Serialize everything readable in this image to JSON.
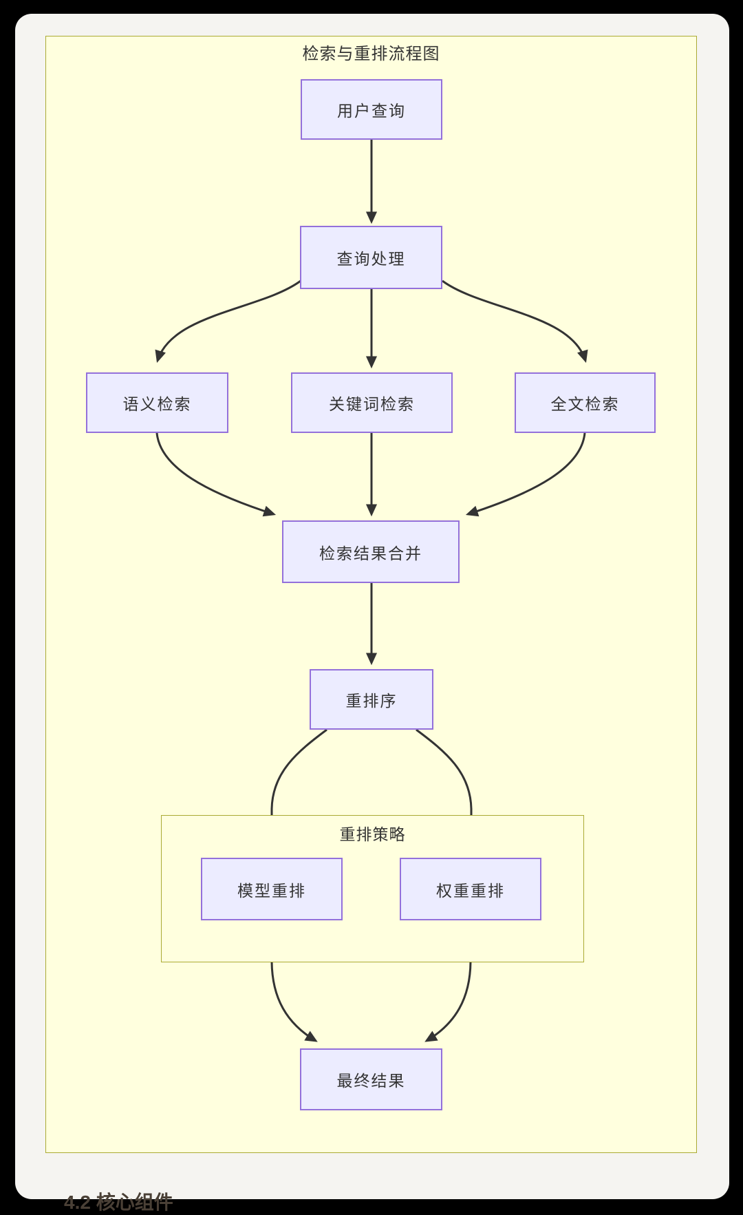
{
  "page": {
    "title": "检索与重排流程图",
    "bottom_heading": "4.2 核心组件"
  },
  "nodes": {
    "user_query": {
      "label": "用户查询"
    },
    "query_processing": {
      "label": "查询处理"
    },
    "semantic_search": {
      "label": "语义检索"
    },
    "keyword_search": {
      "label": "关键词检索"
    },
    "fulltext_search": {
      "label": "全文检索"
    },
    "merge_results": {
      "label": "检索结果合并"
    },
    "rerank": {
      "label": "重排序"
    },
    "model_rerank": {
      "label": "模型重排"
    },
    "weight_rerank": {
      "label": "权重重排"
    },
    "final_result": {
      "label": "最终结果"
    }
  },
  "subgraph": {
    "label": "重排策略"
  },
  "edges": [
    {
      "from": "用户查询",
      "to": "查询处理"
    },
    {
      "from": "查询处理",
      "to": "语义检索"
    },
    {
      "from": "查询处理",
      "to": "关键词检索"
    },
    {
      "from": "查询处理",
      "to": "全文检索"
    },
    {
      "from": "语义检索",
      "to": "检索结果合并"
    },
    {
      "from": "关键词检索",
      "to": "检索结果合并"
    },
    {
      "from": "全文检索",
      "to": "检索结果合并"
    },
    {
      "from": "检索结果合并",
      "to": "重排序"
    },
    {
      "from": "重排序",
      "to": "模型重排"
    },
    {
      "from": "重排序",
      "to": "权重重排"
    },
    {
      "from": "模型重排",
      "to": "最终结果"
    },
    {
      "from": "权重重排",
      "to": "最终结果"
    }
  ],
  "colors": {
    "page_bg": "#000000",
    "card_bg": "#f5f4f1",
    "panel_fill": "#ffffde",
    "panel_border": "#aaaa33",
    "node_fill": "#ECECFF",
    "node_border": "#9370DB",
    "edge_color": "#333333",
    "text_color": "#333333",
    "heading_color": "#4a4036"
  }
}
